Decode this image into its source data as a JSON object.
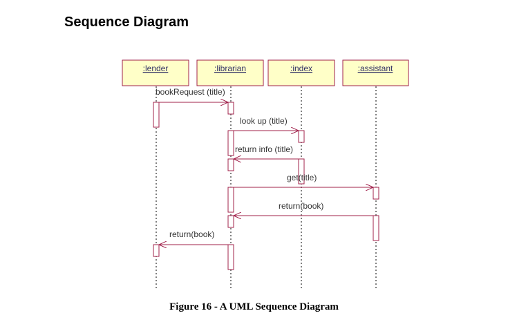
{
  "title": "Sequence Diagram",
  "caption": "Figure 16 - A UML Sequence Diagram",
  "diagram": {
    "objects": [
      {
        "id": "lender",
        "label": ":lender"
      },
      {
        "id": "librarian",
        "label": ":librarian"
      },
      {
        "id": "index",
        "label": ":index"
      },
      {
        "id": "assistant",
        "label": ":assistant"
      }
    ],
    "messages": [
      {
        "from": "lender",
        "to": "librarian",
        "label": "bookRequest (title)"
      },
      {
        "from": "librarian",
        "to": "index",
        "label": "look up (title)"
      },
      {
        "from": "index",
        "to": "librarian",
        "label": "return info (title)"
      },
      {
        "from": "librarian",
        "to": "assistant",
        "label": "get(title)"
      },
      {
        "from": "assistant",
        "to": "librarian",
        "label": "return(book)"
      },
      {
        "from": "librarian",
        "to": "lender",
        "label": "return(book)"
      }
    ],
    "colors": {
      "object_fill": "#ffffc8",
      "border": "#a0204a",
      "object_text": "#333366"
    }
  }
}
